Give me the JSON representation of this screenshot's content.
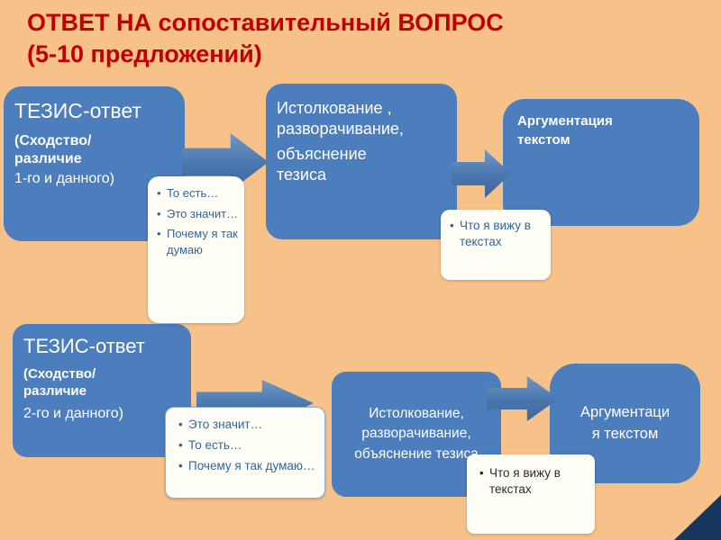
{
  "title": {
    "line1": "ОТВЕТ НА сопоставительный ВОПРОС",
    "line2": "(5-10 предложений)"
  },
  "row1": {
    "thesis": {
      "heading": "ТЕЗИС-ответ",
      "subtitle_bold": "(Сходство/различие",
      "subtitle_rest": "1-го и данного)"
    },
    "thesis_callout": {
      "items": [
        "То есть…",
        "Это значит…",
        "Почему я так думаю"
      ]
    },
    "interpretation": {
      "line1": "Истолкование , разворачивание,",
      "line2": "объяснение тезиса"
    },
    "evidence_callout": {
      "items": [
        "Что я вижу в текстах"
      ]
    },
    "argumentation": {
      "label": "Аргументация текстом"
    }
  },
  "row2": {
    "thesis": {
      "heading": "ТЕЗИС-ответ",
      "subtitle_bold": "(Сходство/различие",
      "subtitle_rest": "2-го и данного)"
    },
    "thesis_callout": {
      "items": [
        "Это значит…",
        "То есть…",
        "Почему я так думаю…"
      ]
    },
    "interpretation": {
      "label": "Истолкование, разворачивание, объяснение тезиса"
    },
    "evidence_callout": {
      "items": [
        "Что я вижу в текстах"
      ]
    },
    "argumentation": {
      "label": "Аргументация текстом"
    }
  },
  "colors": {
    "background": "#F6C289",
    "box_blue": "#4C7DBC",
    "title_red": "#C00000",
    "callout_text_blue": "#31659C",
    "arrow_blue": "#4876AC",
    "corner_triangle": "#17365D"
  }
}
